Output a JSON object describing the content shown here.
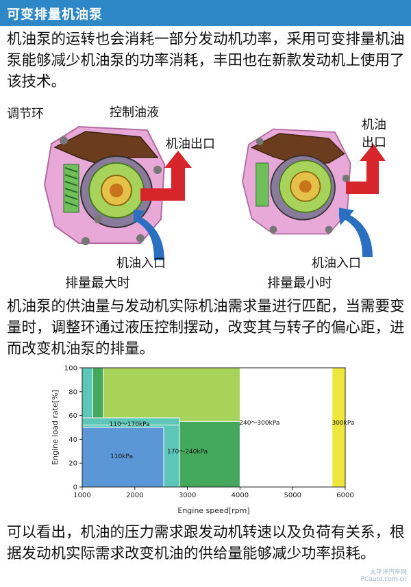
{
  "header": {
    "title": "可变排量机油泵"
  },
  "intro": "机油泵的运转也会消耗一部分发动机功率，采用可变排量机油泵能够减少机油泵的功率消耗，丰田也在新款发动机上使用了该技术。",
  "diagram": {
    "left": {
      "label_ring": "调节环",
      "label_control": "控制油液",
      "label_outlet": "机油出口",
      "label_inlet": "机油入口",
      "caption": "排量最大时"
    },
    "right": {
      "label_outlet_1": "机油",
      "label_outlet_2": "出口",
      "label_inlet": "机油入口",
      "caption": "排量最小时"
    }
  },
  "explain": "机油泵的供油量与发动机实际机油需求量进行匹配，当需要变量时，调整环通过液压控制摆动，改变其与转子的偏心距，进而改变机油泵的排量。",
  "conclusion": "可以看出，机油的压力需求跟发动机转速以及负荷有关系，根据发动机实际需求改变机油的供给量能够减少功率损耗。",
  "watermark": {
    "line1": "太平洋汽车网",
    "line2": "PCauto.com.cn"
  },
  "chart_data": {
    "type": "heatmap",
    "xlabel": "Engine speed[rpm]",
    "ylabel": "Engine load rate[%]",
    "xlim": [
      1000,
      6000
    ],
    "ylim": [
      0,
      100
    ],
    "xticks": [
      1000,
      2000,
      3000,
      4000,
      5000,
      6000
    ],
    "yticks": [
      0,
      20,
      40,
      60,
      80,
      100
    ],
    "regions": [
      {
        "name": "240～300kPa",
        "color": "#a8d35a",
        "rects": [
          [
            1000,
            4000,
            0,
            100
          ]
        ],
        "label_at": [
          4370,
          54
        ]
      },
      {
        "name": "300kPa",
        "color": "#ece73a",
        "rects": [
          [
            5750,
            6000,
            0,
            100
          ]
        ],
        "label_at": [
          5960,
          54
        ]
      },
      {
        "name": "170～240kPa",
        "color": "#44a85c",
        "rects": [
          [
            1000,
            1400,
            55,
            100
          ],
          [
            1000,
            1200,
            0,
            100
          ],
          [
            1000,
            4000,
            0,
            55
          ]
        ],
        "label_at": [
          3000,
          30
        ]
      },
      {
        "name": "110～170kPa",
        "color": "#5cc7b8",
        "rects": [
          [
            1000,
            1200,
            0,
            100
          ],
          [
            1000,
            2850,
            0,
            58
          ],
          [
            1000,
            2850,
            0,
            52
          ]
        ],
        "label_at": [
          1900,
          53
        ]
      },
      {
        "name": "110kPa",
        "color": "#5b97d6",
        "rects": [
          [
            1000,
            2550,
            0,
            50
          ]
        ],
        "label_at": [
          1750,
          26
        ]
      }
    ]
  }
}
